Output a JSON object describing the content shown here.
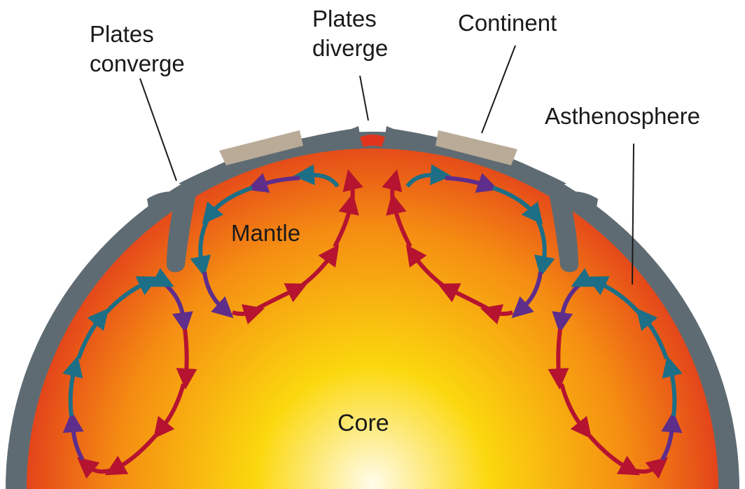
{
  "labels": {
    "plates_converge_l1": "Plates",
    "plates_converge_l2": "converge",
    "plates_diverge_l1": "Plates",
    "plates_diverge_l2": "diverge",
    "continent": "Continent",
    "asthenosphere": "Asthenosphere",
    "mantle": "Mantle",
    "core": "Core"
  },
  "colors": {
    "crust": "#5f6b72",
    "continent": "#b9ab98",
    "mantle_outer": "#e0351c",
    "mantle_mid": "#f58d12",
    "core_mid": "#fbd80e",
    "core_center": "#fffcea",
    "arrow_teal": "#1c6f86",
    "arrow_purple": "#5f2d8a",
    "arrow_red": "#b51330",
    "label_text": "#1a1a1a"
  },
  "arrow_types": [
    "convection-arrow-teal",
    "convection-arrow-purple",
    "convection-arrow-red"
  ]
}
